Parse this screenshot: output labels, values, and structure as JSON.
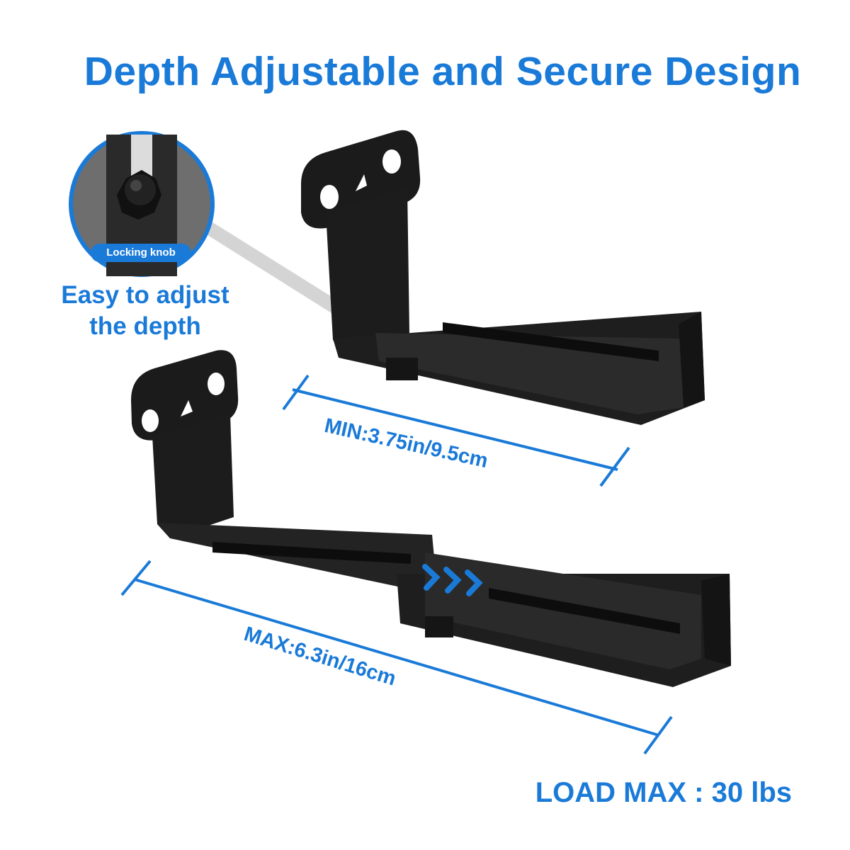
{
  "title": "Depth Adjustable and Secure Design",
  "callout": {
    "knob_label": "Locking knob",
    "line1": "Easy to adjust",
    "line2": "the depth"
  },
  "dimensions": {
    "min": "MIN:3.75in/9.5cm",
    "max": "MAX:6.3in/16cm"
  },
  "load": "LOAD MAX : 30 lbs",
  "colors": {
    "accent": "#1a7ad8",
    "bracket": "#1b1b1b",
    "background": "#ffffff"
  },
  "icons": [
    "locking-knob-icon",
    "arrow-chevrons-icon",
    "mount-hole-icon"
  ]
}
